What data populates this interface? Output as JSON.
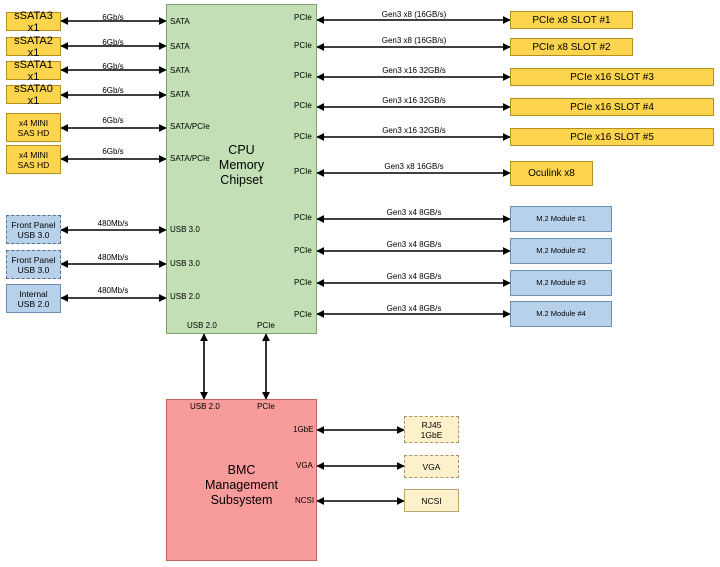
{
  "cpu": {
    "title_lines": [
      "CPU",
      "Memory",
      "Chipset"
    ],
    "left_ports": [
      "SATA",
      "SATA",
      "SATA",
      "SATA",
      "SATA/PCIe",
      "SATA/PCIe",
      "USB 3.0",
      "USB 3.0",
      "USB 2.0"
    ],
    "right_ports": [
      "PCIe",
      "PCIe",
      "PCIe",
      "PCIe",
      "PCIe",
      "PCIe",
      "PCIe",
      "PCIe",
      "PCIe",
      "PCIe"
    ],
    "bottom_ports": [
      "USB 2.0",
      "PCIe"
    ]
  },
  "bmc": {
    "title_lines": [
      "BMC",
      "Management",
      "Subsystem"
    ],
    "top_ports": [
      "USB 2.0",
      "PCIe"
    ],
    "right_ports": [
      "1GbE",
      "VGA",
      "NCSI"
    ]
  },
  "left_devices": [
    {
      "lines": [
        "sSATA3 x1"
      ],
      "link": "6Gb/s"
    },
    {
      "lines": [
        "sSATA2 x1"
      ],
      "link": "6Gb/s"
    },
    {
      "lines": [
        "sSATA1 x1"
      ],
      "link": "6Gb/s"
    },
    {
      "lines": [
        "sSATA0 x1"
      ],
      "link": "6Gb/s"
    },
    {
      "lines": [
        "x4 MINI",
        "SAS HD"
      ],
      "link": "6Gb/s"
    },
    {
      "lines": [
        "x4 MINI",
        "SAS HD"
      ],
      "link": "6Gb/s"
    },
    {
      "lines": [
        "Front Panel",
        "USB 3.0"
      ],
      "link": "480Mb/s"
    },
    {
      "lines": [
        "Front Panel",
        "USB 3.0"
      ],
      "link": "480Mb/s"
    },
    {
      "lines": [
        "Internal",
        "USB 2.0"
      ],
      "link": "480Mb/s"
    }
  ],
  "right_devices": [
    {
      "label": "PCIe x8 SLOT #1",
      "link": "Gen3 x8 (16GB/s)"
    },
    {
      "label": "PCIe x8 SLOT #2",
      "link": "Gen3 x8 (16GB/s)"
    },
    {
      "label": "PCIe x16 SLOT #3",
      "link": "Gen3 x16 32GB/s"
    },
    {
      "label": "PCIe x16 SLOT #4",
      "link": "Gen3 x16 32GB/s"
    },
    {
      "label": "PCIe x16 SLOT #5",
      "link": "Gen3 x16 32GB/s"
    },
    {
      "label": "Oculink x8",
      "link": "Gen3 x8 16GB/s"
    },
    {
      "label": "M.2 Module #1",
      "link": "Gen3 x4 8GB/s"
    },
    {
      "label": "M.2 Module #2",
      "link": "Gen3 x4 8GB/s"
    },
    {
      "label": "M.2 Module #3",
      "link": "Gen3 x4 8GB/s"
    },
    {
      "label": "M.2 Module #4",
      "link": "Gen3 x4 8GB/s"
    }
  ],
  "bmc_devices": [
    {
      "lines": [
        "RJ45",
        "1GbE"
      ]
    },
    {
      "lines": [
        "VGA"
      ]
    },
    {
      "lines": [
        "NCSI"
      ]
    }
  ]
}
